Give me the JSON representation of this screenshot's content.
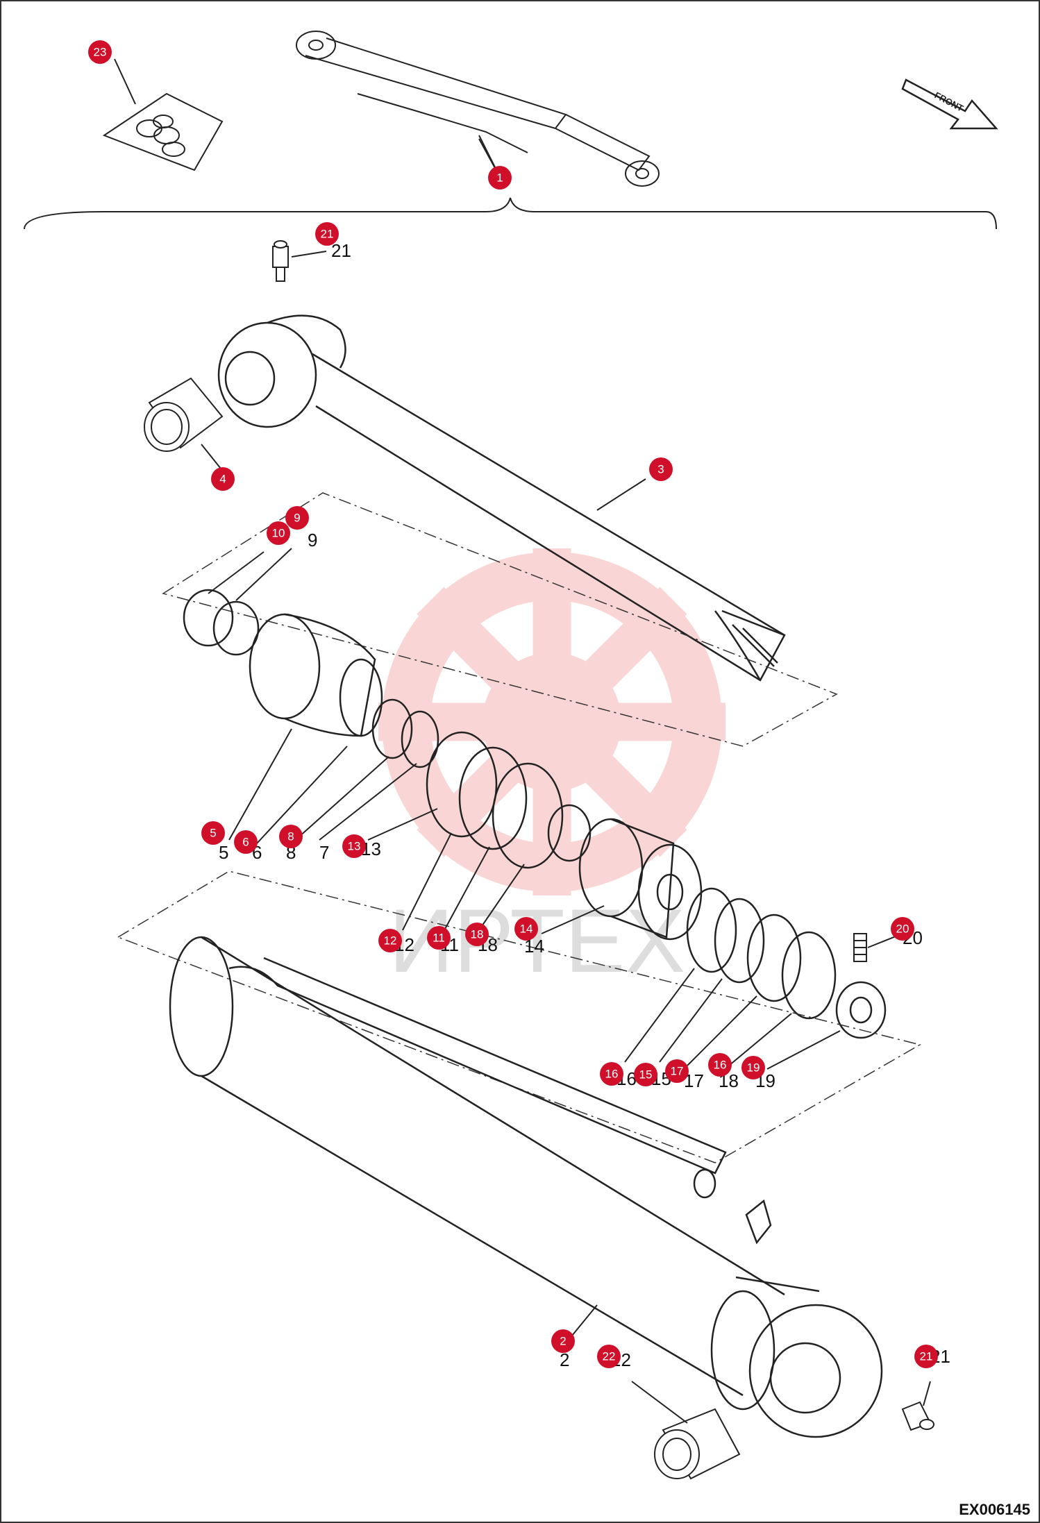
{
  "diagram": {
    "drawing_code": "EX006145",
    "front_label": "FRONT",
    "watermark_text": "ИРТЕХ",
    "colors": {
      "callout": "#d0102a",
      "line": "#222222",
      "watermark": "#f6c9c9"
    },
    "callouts": [
      "23",
      "1",
      "21",
      "4",
      "3",
      "9",
      "10",
      "5",
      "6",
      "8",
      "13",
      "12",
      "11",
      "18",
      "14",
      "20",
      "16",
      "15",
      "17",
      "16",
      "19",
      "2",
      "22",
      "21"
    ],
    "printed_numbers": [
      "21",
      "9",
      "5",
      "6",
      "8",
      "7",
      "13",
      "12",
      "11",
      "18",
      "14",
      "20",
      "16",
      "15",
      "17",
      "18",
      "19",
      "2",
      "22",
      "21"
    ]
  }
}
